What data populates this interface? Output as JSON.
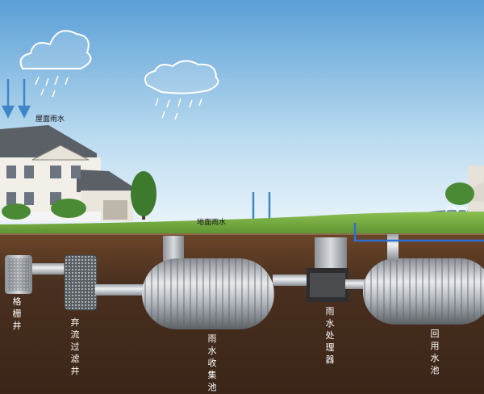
{
  "labels": {
    "roof_rain": "屋面雨水",
    "ground_rain": "地面雨水",
    "grate_well": "格栅井",
    "diversion_filter_well": "弃流过滤井",
    "collection_tank": "雨水收集池",
    "treatment_unit": "雨水处理器",
    "reuse_tank": "回用水池"
  },
  "colors": {
    "sky_top": "#5a9fd6",
    "sky_bottom": "#eef6fb",
    "grass": "#6fa83c",
    "soil": "#4a3020",
    "pipe": "#c9ccd0",
    "rain_arrow": "#3f86c8",
    "label_underground": "#ffffff"
  }
}
